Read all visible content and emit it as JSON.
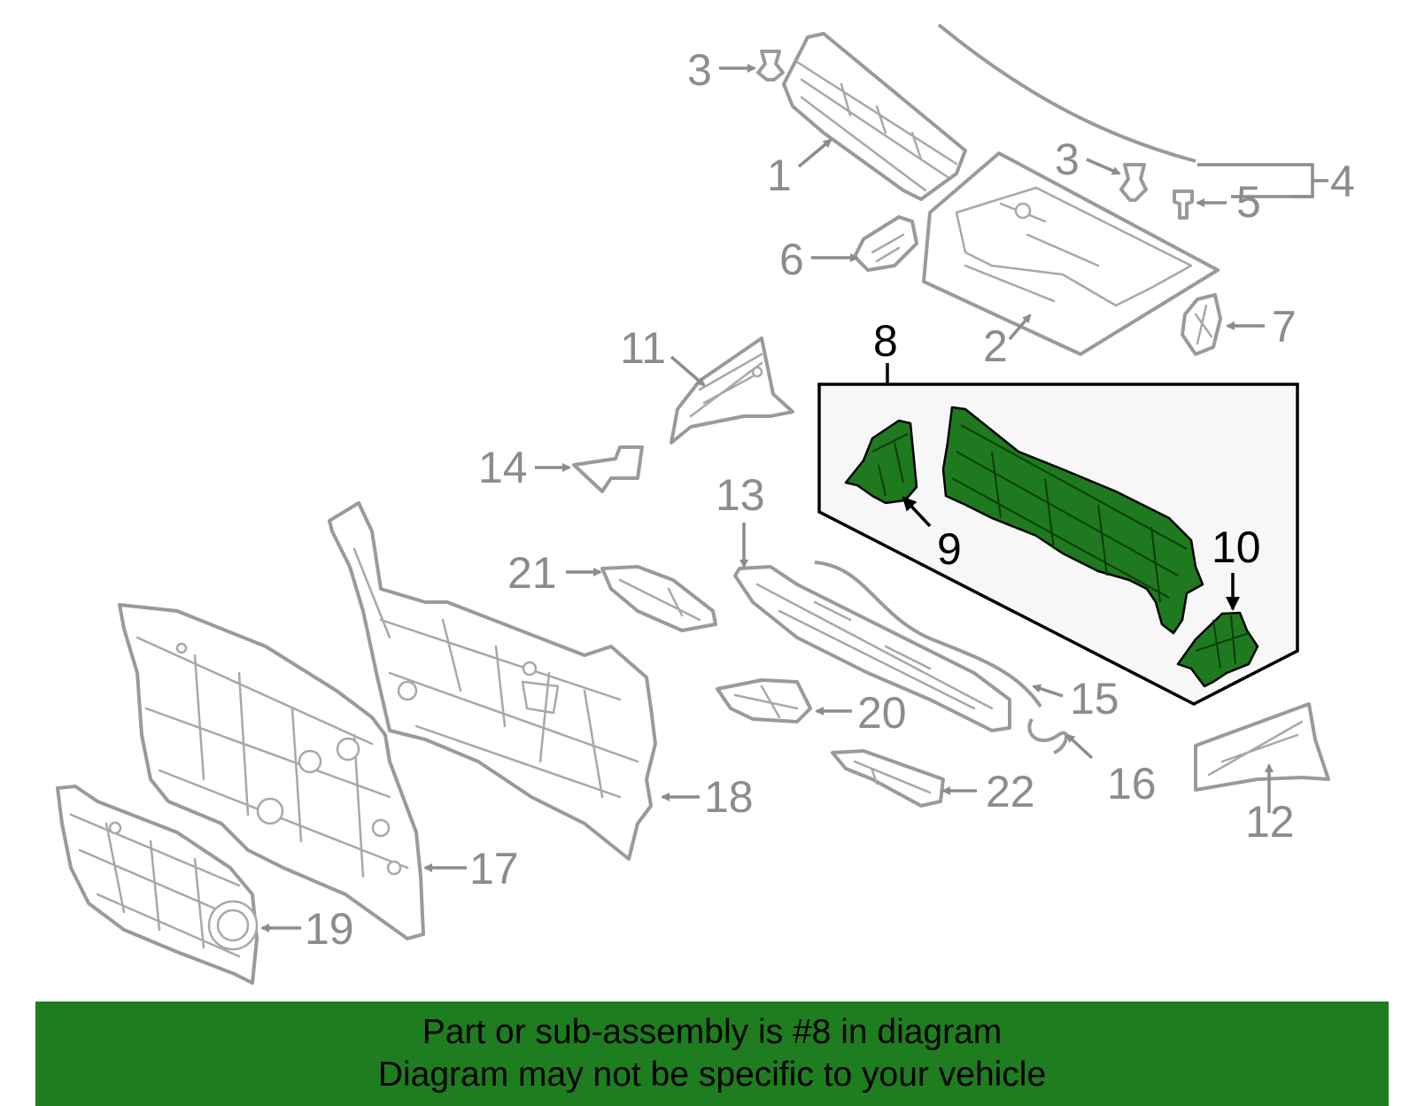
{
  "diagram": {
    "callouts": {
      "c1": "1",
      "c2": "2",
      "c3a": "3",
      "c3b": "3",
      "c4": "4",
      "c5": "5",
      "c6": "6",
      "c7": "7",
      "c8": "8",
      "c9": "9",
      "c10": "10",
      "c11": "11",
      "c12": "12",
      "c13": "13",
      "c14": "14",
      "c15": "15",
      "c16": "16",
      "c17": "17",
      "c18": "18",
      "c19": "19",
      "c20": "20",
      "c21": "21",
      "c22": "22"
    },
    "highlight_color": "#1f7a1f",
    "part_outline_color": "#9a9a9a"
  },
  "banner": {
    "line1": "Part or sub-assembly is #8 in diagram",
    "line2": "Diagram may not be specific to your vehicle",
    "background": "#1e7d1e"
  }
}
